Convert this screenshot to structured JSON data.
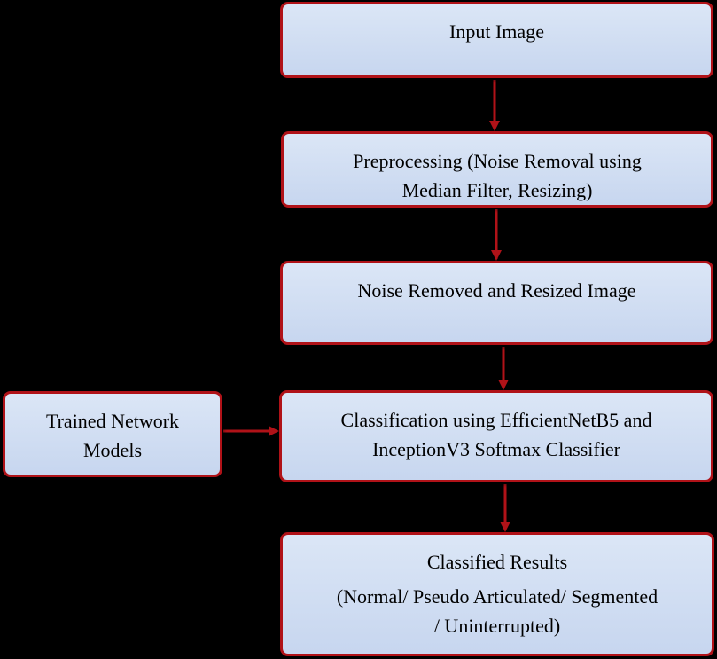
{
  "nodes": {
    "input": {
      "lines": [
        "Input Image"
      ]
    },
    "preprocessing": {
      "lines": [
        "Preprocessing (Noise Removal using",
        "Median Filter, Resizing)"
      ]
    },
    "noise_removed": {
      "lines": [
        "Noise Removed and Resized Image"
      ]
    },
    "classification": {
      "lines": [
        "Classification using EfficientNetB5 and",
        "InceptionV3 Softmax Classifier"
      ]
    },
    "trained_models": {
      "lines": [
        "Trained Network",
        "Models"
      ]
    },
    "results": {
      "title": "Classified Results",
      "lines": [
        "(Normal/ Pseudo Articulated/ Segmented",
        "/ Uninterrupted)"
      ]
    }
  },
  "edges": [
    {
      "from": "input",
      "to": "preprocessing"
    },
    {
      "from": "preprocessing",
      "to": "noise_removed"
    },
    {
      "from": "noise_removed",
      "to": "classification"
    },
    {
      "from": "trained_models",
      "to": "classification"
    },
    {
      "from": "classification",
      "to": "results"
    }
  ],
  "colors": {
    "background": "#000000",
    "box_fill": "#d3e0f3",
    "box_border": "#b01218",
    "arrow": "#b01218"
  }
}
